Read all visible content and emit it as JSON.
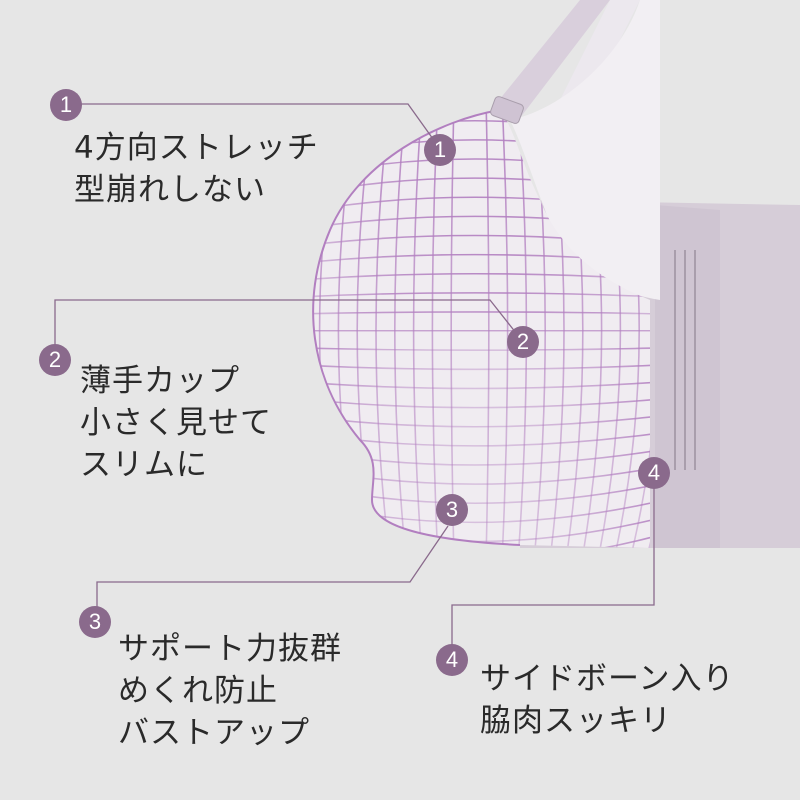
{
  "colors": {
    "accent": "#8a6a8c",
    "background": "#e6e6e6",
    "mesh": "#b27fc0"
  },
  "features": [
    {
      "number": "1",
      "lines": [
        "4方向ストレッチ",
        "型崩れしない"
      ]
    },
    {
      "number": "2",
      "lines": [
        "薄手カップ",
        "小さく見せて",
        "スリムに"
      ]
    },
    {
      "number": "3",
      "lines": [
        "サポート力抜群",
        "めくれ防止",
        "バストアップ"
      ]
    },
    {
      "number": "4",
      "lines": [
        "サイドボーン入り",
        "脇肉スッキリ"
      ]
    }
  ]
}
